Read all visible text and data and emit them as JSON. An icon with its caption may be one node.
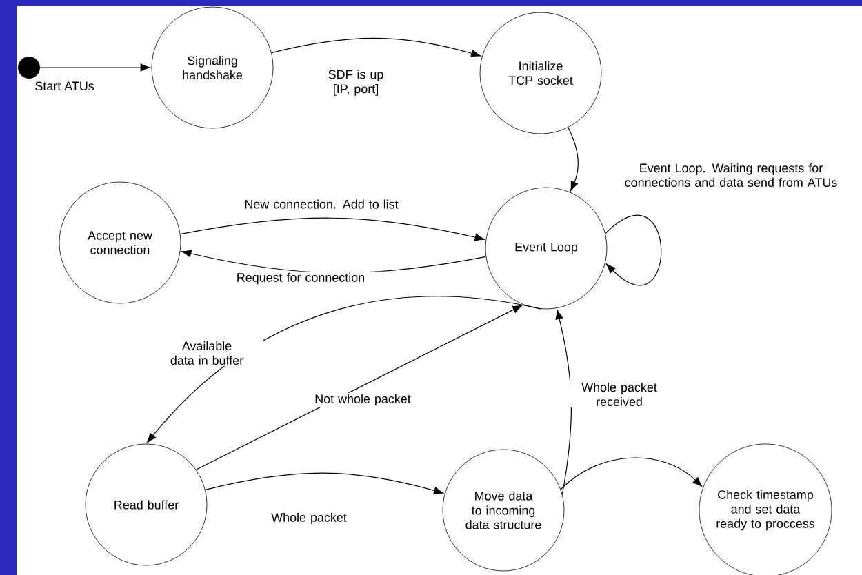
{
  "diagram": {
    "nodes": [
      {
        "text": [],
        "shape": "circle",
        "beside": [
          "Start ATUs"
        ]
      },
      {
        "text": [
          "Signaling handshake"
        ]
      },
      {
        "text": [
          "Initialize TCP socket"
        ]
      },
      {
        "text": [
          "Accept new connection"
        ]
      },
      {
        "text": [
          "Event Loop"
        ]
      },
      {
        "text": [
          "Read buffer"
        ]
      },
      {
        "text": [
          "Move data to incoming data structure"
        ]
      },
      {
        "text": [
          "Check timestamp and set data ready to proccess"
        ]
      }
    ],
    "edges": [
      {
        "from": 0,
        "to": 1,
        "arrow": "to"
      },
      {
        "from": 1,
        "to": 2,
        "arrow": "to",
        "label": "SDF is up [IP, port]"
      },
      {
        "from": 2,
        "to": 4,
        "arrow": "to"
      },
      {
        "from": 3,
        "to": 4,
        "arrow": "to",
        "label": "New connection. Add to list"
      },
      {
        "from": 4,
        "to": 3,
        "arrow": "to",
        "label": "Request for connection"
      },
      {
        "from": 4,
        "to": 4,
        "arrow": "to",
        "label": "Event Loop. Waiting requests for connections and data send from ATUs"
      },
      {
        "from": 4,
        "to": 5,
        "arrow": "to",
        "label": "Available data in buffer"
      },
      {
        "from": 5,
        "to": 4,
        "arrow": "to",
        "label": "Not whole packet"
      },
      {
        "from": 5,
        "to": 6,
        "arrow": "to",
        "label": "Whole packet"
      },
      {
        "from": 6,
        "to": 4,
        "arrow": "to",
        "label": "Whole packet received"
      },
      {
        "from": 6,
        "to": 7,
        "arrow": "to"
      }
    ]
  }
}
